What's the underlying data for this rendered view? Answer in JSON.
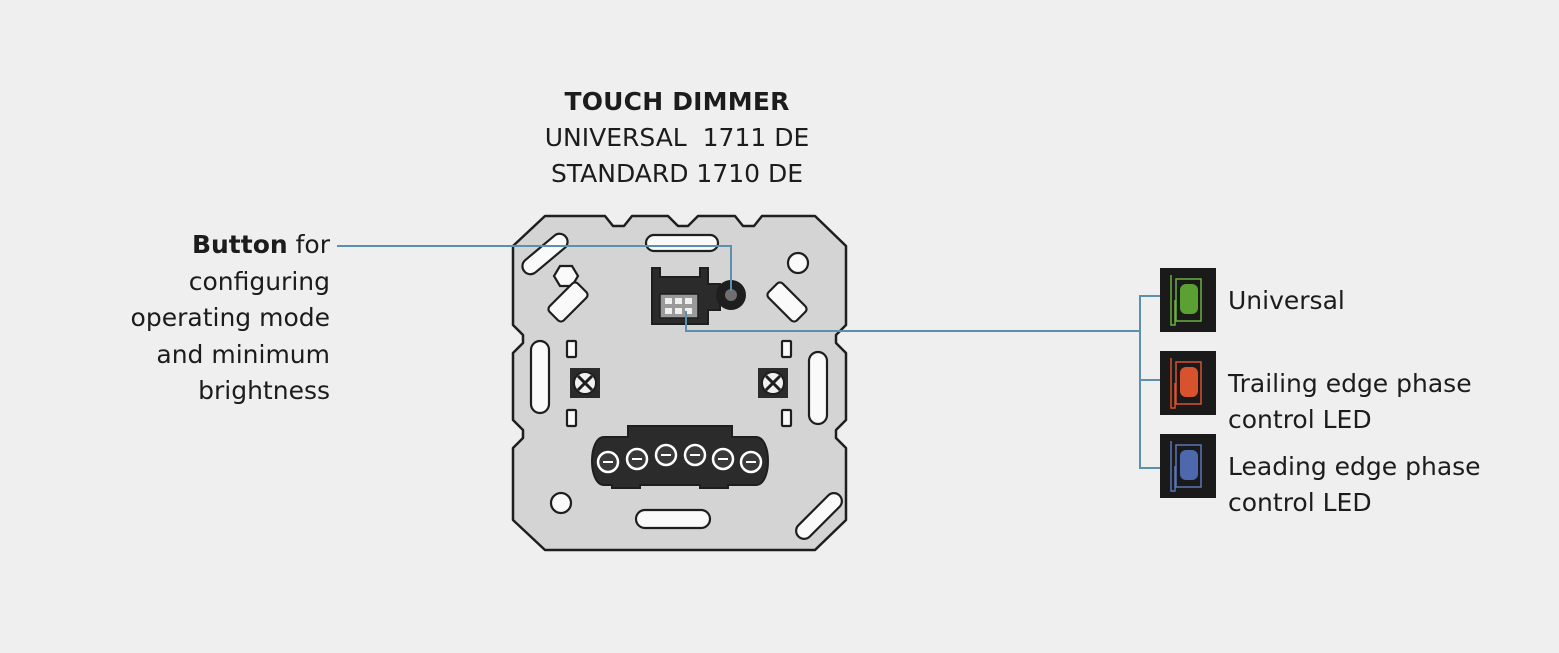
{
  "title": {
    "line1": "TOUCH DIMMER",
    "line2": "UNIVERSAL  1711 DE",
    "line3": "STANDARD 1710 DE"
  },
  "callout_button": {
    "bold": "Button",
    "rest": " for",
    "lines": [
      "configuring",
      "operating mode",
      "and minimum",
      "brightness"
    ]
  },
  "legend": [
    {
      "label_line1": "Universal",
      "label_line2": "",
      "color": "#5aa032",
      "frame_color": "#6ab03c"
    },
    {
      "label_line1": "Trailing edge phase",
      "label_line2": "control LED",
      "color": "#d9522e",
      "frame_color": "#d9522e"
    },
    {
      "label_line1": "Leading edge phase",
      "label_line2": "control LED",
      "color": "#4e68ad",
      "frame_color": "#5b74b6"
    }
  ],
  "colors": {
    "background": "#efefef",
    "leader_line": "#5d8fae",
    "plate_fill": "#d4d4d4",
    "plate_stroke": "#1e1e1e",
    "legend_box": "#1a1a1a"
  }
}
